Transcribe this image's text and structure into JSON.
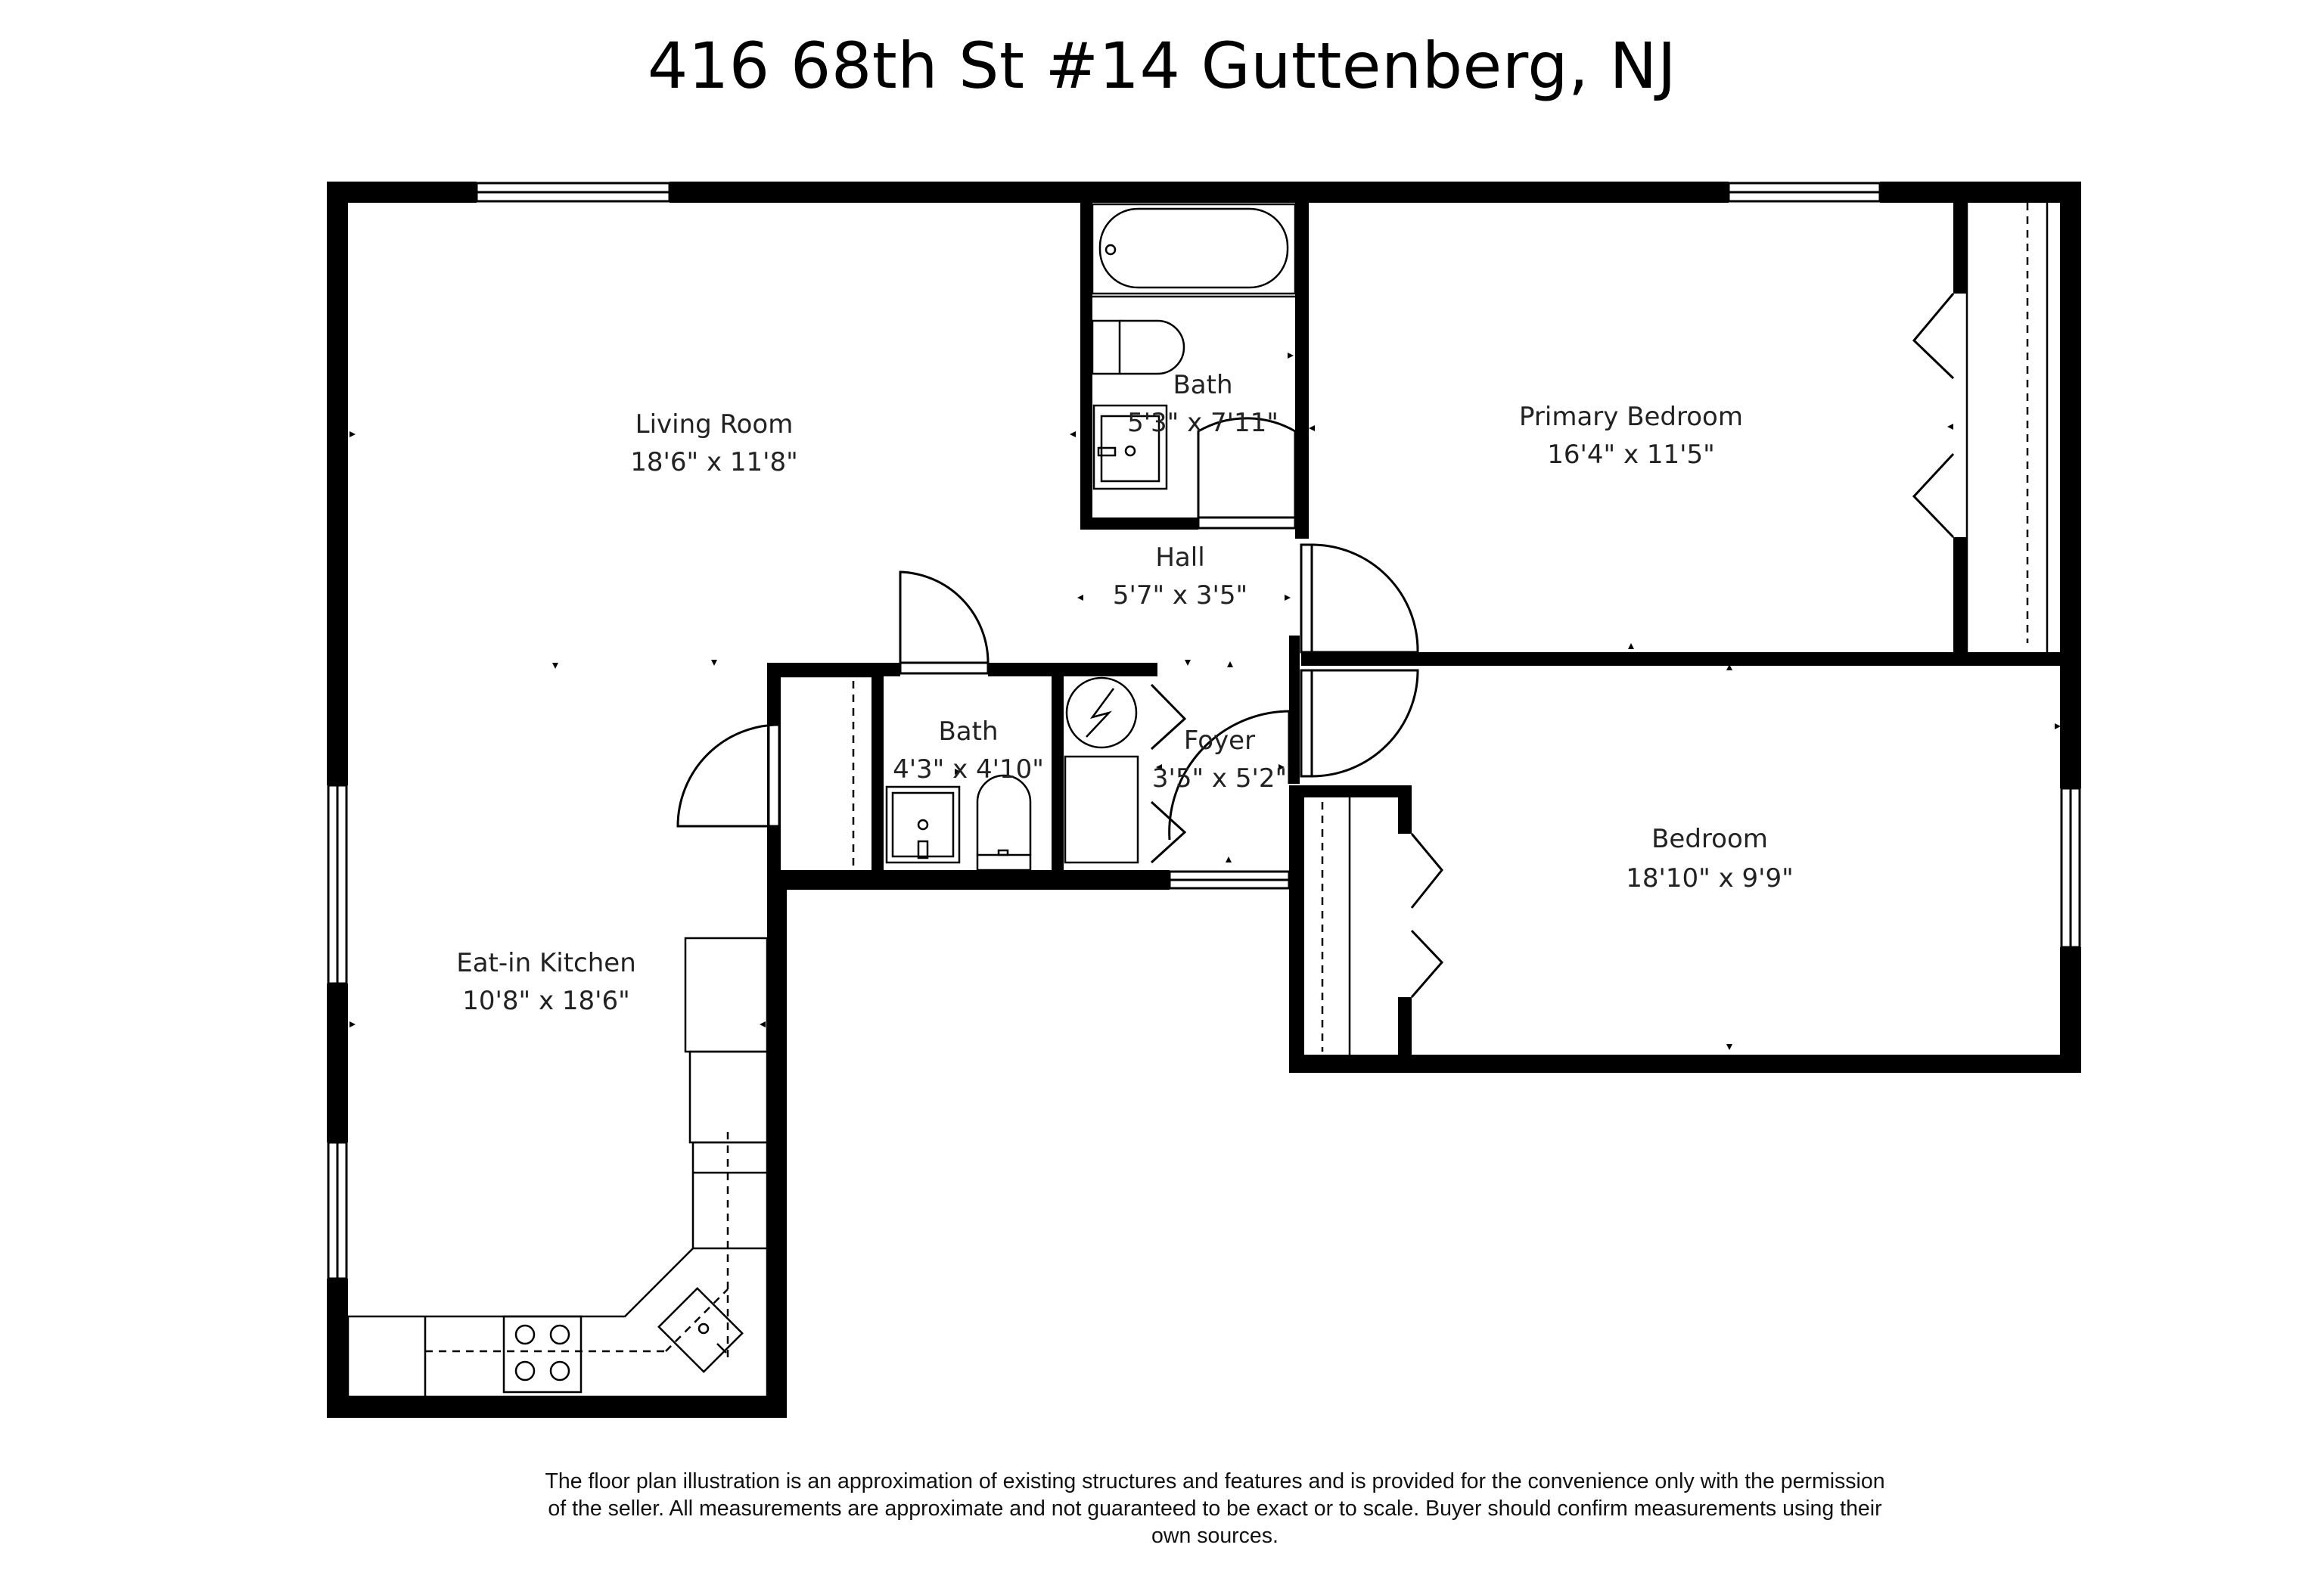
{
  "title": "416 68th St #14 Guttenberg, NJ",
  "rooms": [
    {
      "id": "living-room",
      "name": "Living Room",
      "dims": "18'6\" x 11'8\""
    },
    {
      "id": "bath-1",
      "name": "Bath",
      "dims": "5'3\" x 7'11\""
    },
    {
      "id": "primary-bedroom",
      "name": "Primary Bedroom",
      "dims": "16'4\" x 11'5\""
    },
    {
      "id": "hall",
      "name": "Hall",
      "dims": "5'7\" x 3'5\""
    },
    {
      "id": "bath-2",
      "name": "Bath",
      "dims": "4'3\" x 4'10\""
    },
    {
      "id": "foyer",
      "name": "Foyer",
      "dims": "3'5\" x 5'2\""
    },
    {
      "id": "bedroom",
      "name": "Bedroom",
      "dims": "18'10\" x 9'9\""
    },
    {
      "id": "eat-in-kitchen",
      "name": "Eat-in Kitchen",
      "dims": "10'8\" x 18'6\""
    }
  ],
  "disclaimer": "The floor plan illustration is an approximation of existing structures and features and is provided for the convenience only with the permission of the seller. All measurements are approximate and not guaranteed to be exact or to scale. Buyer should confirm measurements using their own sources.",
  "colors": {
    "wall": "#000000",
    "fixture": "#333333",
    "background": "#ffffff"
  }
}
